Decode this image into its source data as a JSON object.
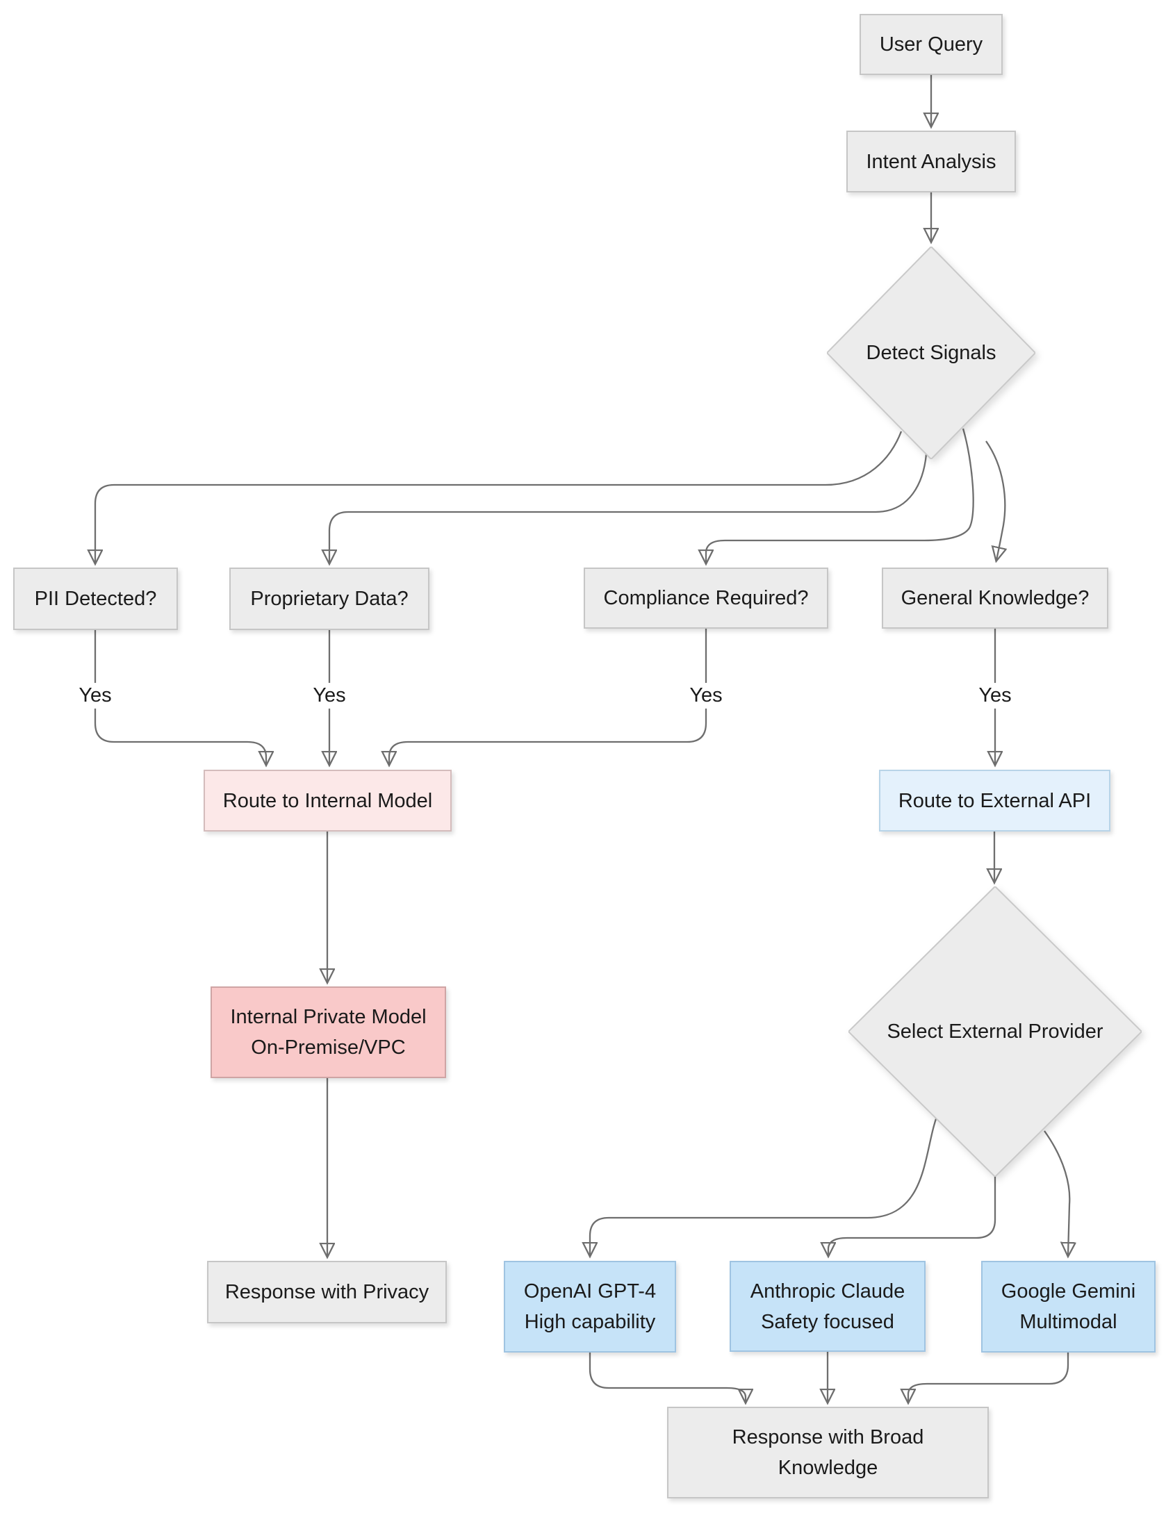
{
  "diagram": {
    "type": "flowchart",
    "nodes": {
      "user_query": {
        "label": "User Query"
      },
      "intent_analysis": {
        "label": "Intent Analysis"
      },
      "detect_signals": {
        "label": "Detect Signals"
      },
      "pii": {
        "label": "PII Detected?"
      },
      "proprietary": {
        "label": "Proprietary Data?"
      },
      "compliance": {
        "label": "Compliance Required?"
      },
      "general": {
        "label": "General Knowledge?"
      },
      "route_internal": {
        "label": "Route to Internal Model"
      },
      "route_external": {
        "label": "Route to External API"
      },
      "internal_model": {
        "line1": "Internal Private Model",
        "line2": "On-Premise/VPC"
      },
      "select_provider": {
        "label": "Select External Provider"
      },
      "response_privacy": {
        "label": "Response with Privacy"
      },
      "openai": {
        "line1": "OpenAI GPT-4",
        "line2": "High capability"
      },
      "anthropic": {
        "line1": "Anthropic Claude",
        "line2": "Safety focused"
      },
      "google": {
        "line1": "Google Gemini",
        "line2": "Multimodal"
      },
      "response_broad": {
        "line1": "Response with Broad",
        "line2": "Knowledge"
      }
    },
    "edge_labels": {
      "pii_yes": "Yes",
      "proprietary_yes": "Yes",
      "compliance_yes": "Yes",
      "general_yes": "Yes"
    },
    "colors": {
      "node_gray": "#ececec",
      "node_gray_border": "#c6c6c6",
      "pink_light": "#fce8e8",
      "pink_light_border": "#d4bcbc",
      "pink_strong": "#f9c9c9",
      "pink_strong_border": "#cfa4a4",
      "blue_light": "#e4f1fc",
      "blue_light_border": "#b8d4e8",
      "blue_strong": "#c6e3f8",
      "blue_strong_border": "#9fc4e2",
      "edge": "#6e6e6e",
      "text": "#1a1a1a",
      "background": "#ffffff"
    }
  }
}
